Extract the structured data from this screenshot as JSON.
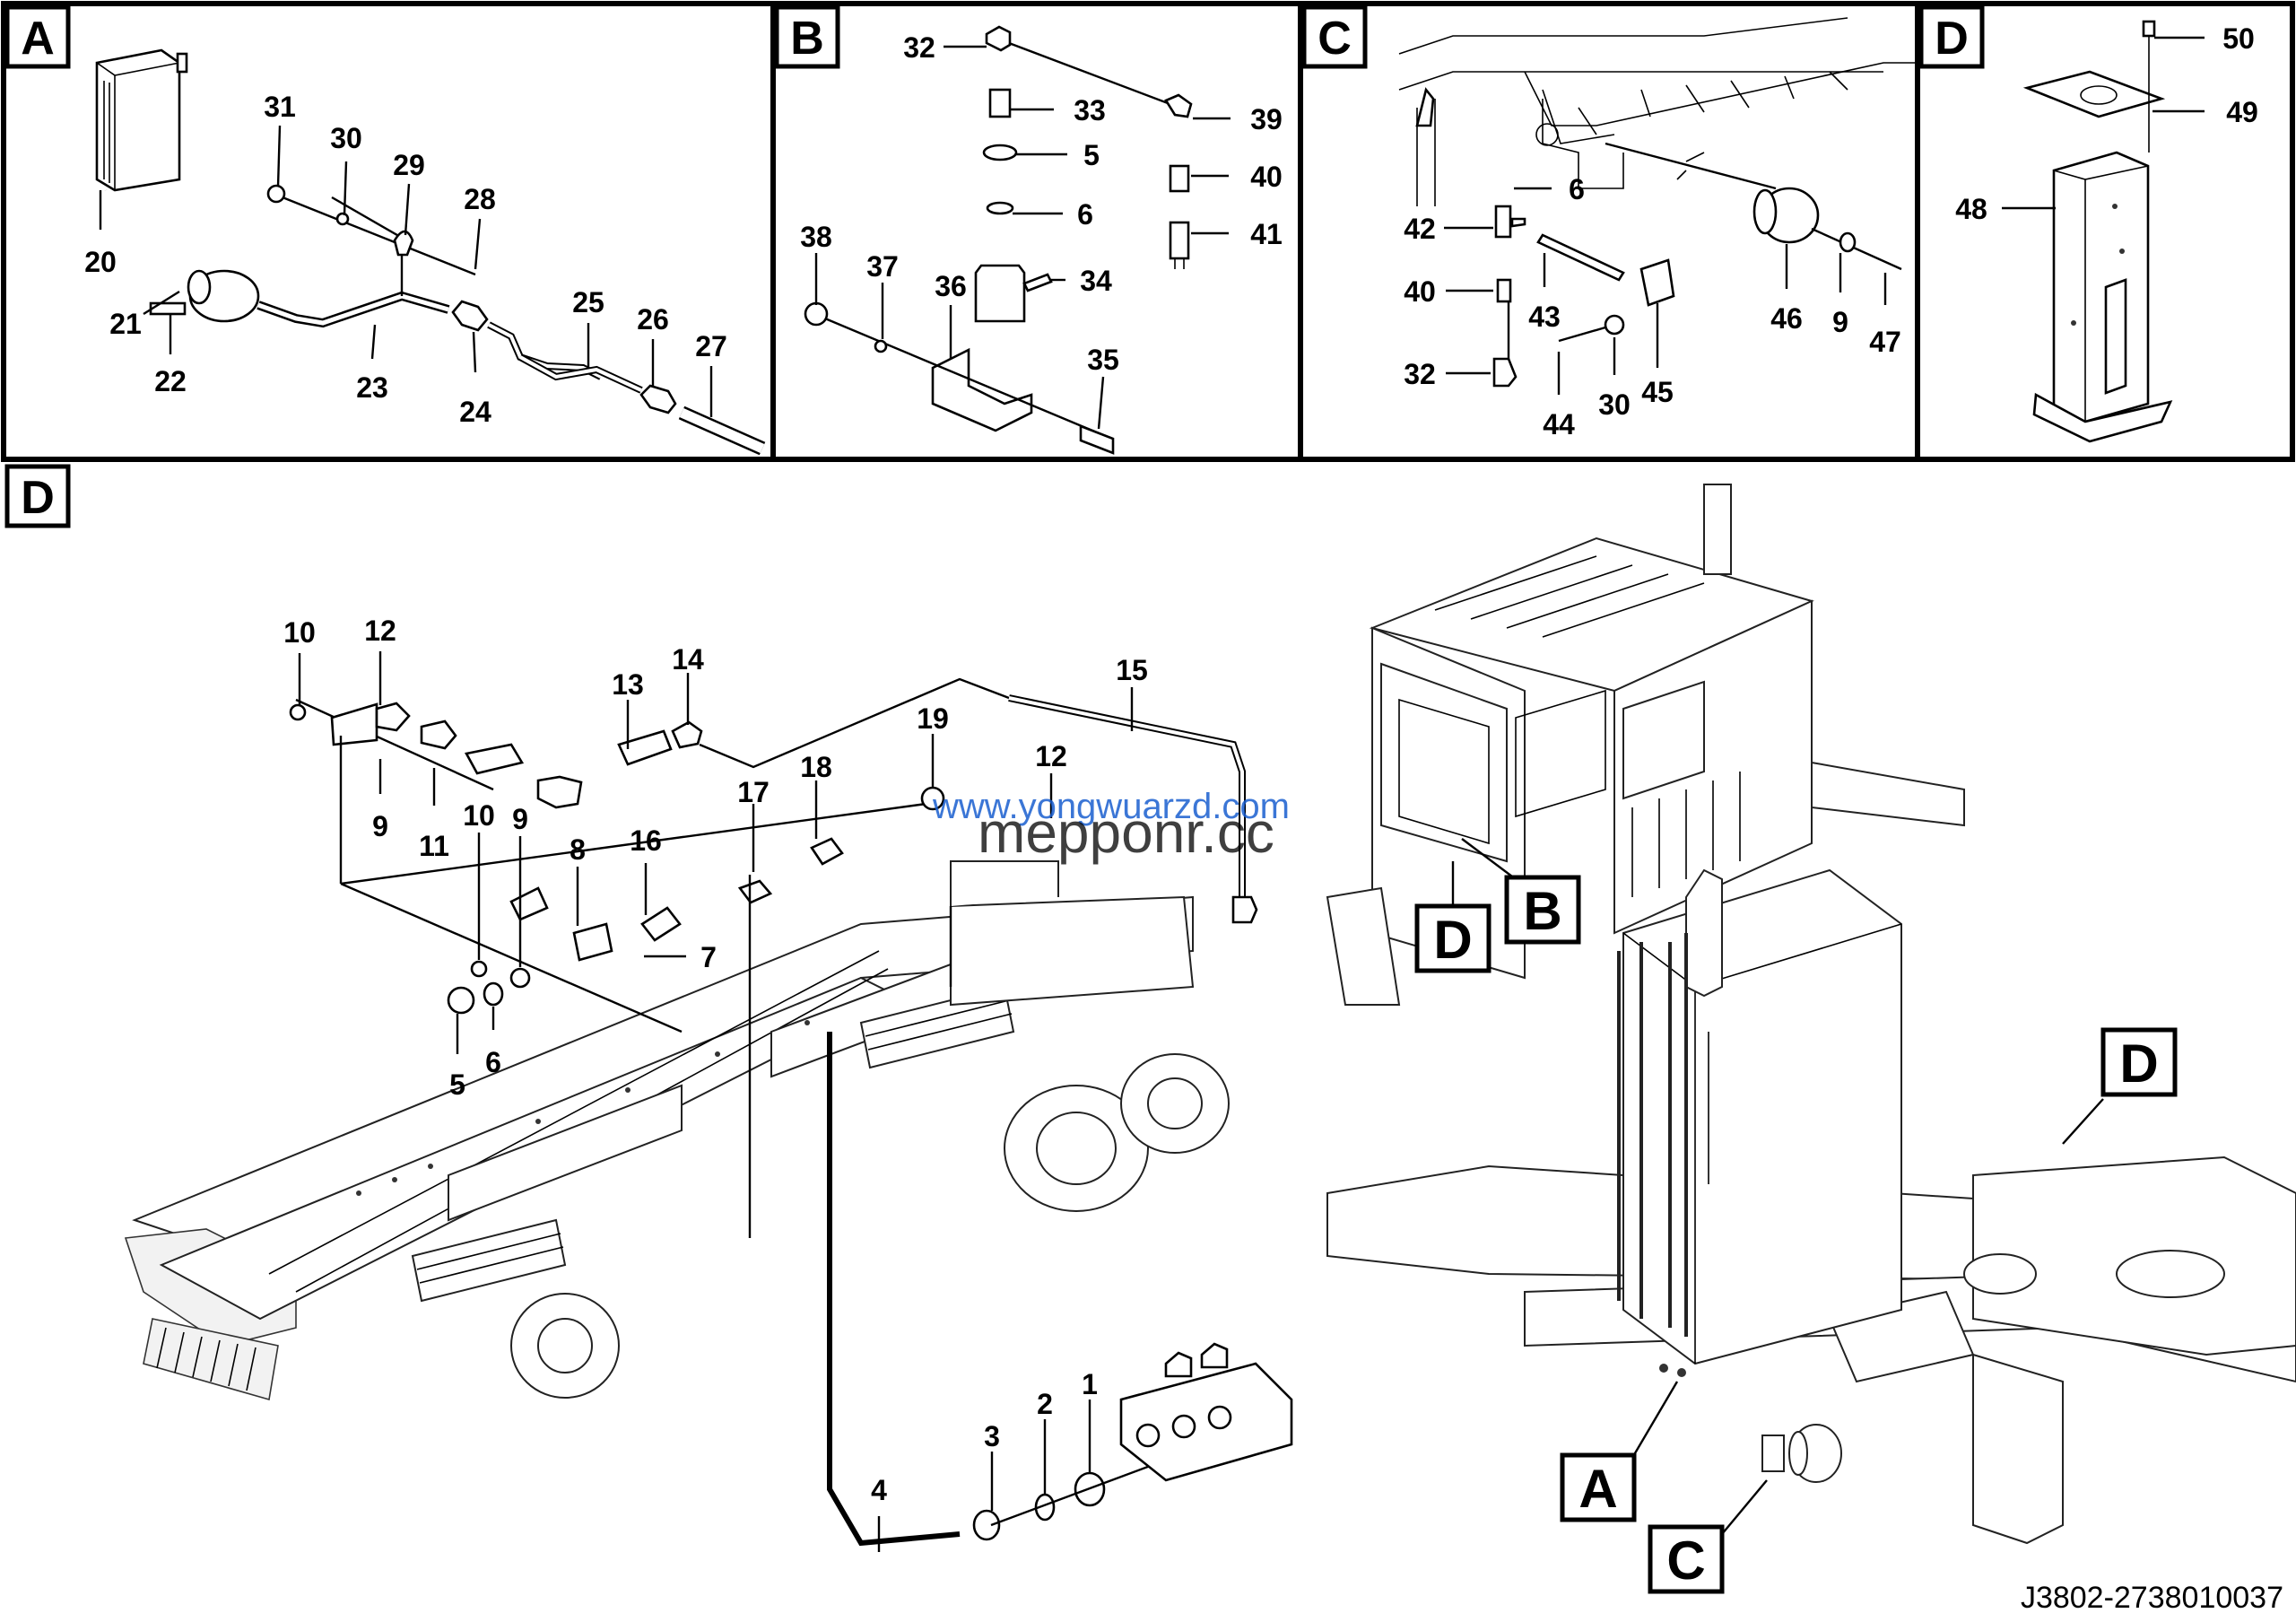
{
  "figure_code": "J3802-2738010037",
  "watermark": {
    "line1": "www.yongwuarzd.com",
    "line2": "mepponr.cc"
  },
  "panels": {
    "A": {
      "letter": "A"
    },
    "B": {
      "letter": "B"
    },
    "C": {
      "letter": "C"
    },
    "D_small": {
      "letter": "D"
    },
    "D_main": {
      "letter": "D"
    }
  },
  "callouts": {
    "cab_D": "D",
    "cab_B": "B",
    "frame_D": "D",
    "valve_A": "A",
    "valve_C": "C"
  },
  "parts": {
    "A": [
      "20",
      "21",
      "22",
      "23",
      "24",
      "25",
      "26",
      "27",
      "28",
      "29",
      "30",
      "31"
    ],
    "B": [
      "32",
      "33",
      "5",
      "6",
      "34",
      "35",
      "36",
      "37",
      "38",
      "39",
      "40",
      "41"
    ],
    "C": [
      "6",
      "42",
      "40",
      "32",
      "43",
      "44",
      "30",
      "45",
      "46",
      "9",
      "47"
    ],
    "D_small": [
      "50",
      "49",
      "48"
    ],
    "D_main": [
      "10",
      "12",
      "9",
      "11",
      "13",
      "14",
      "15",
      "19",
      "12",
      "18",
      "17",
      "10",
      "9",
      "8",
      "16",
      "7",
      "5",
      "6",
      "4",
      "3",
      "2",
      "1"
    ]
  }
}
